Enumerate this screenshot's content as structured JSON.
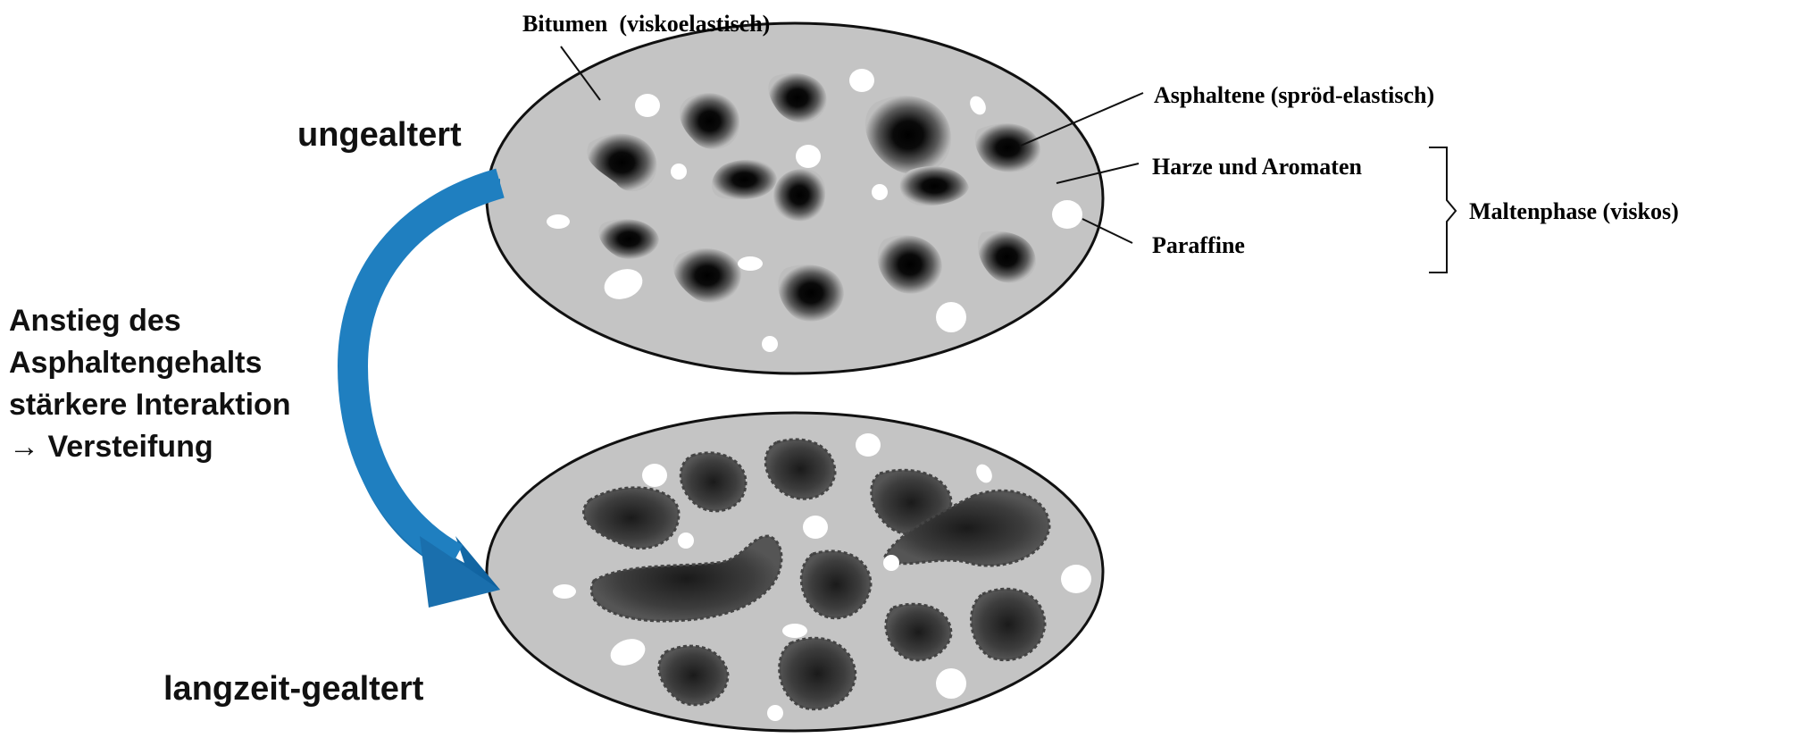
{
  "labels": {
    "bitumen": "Bitumen  (viskoelastisch)",
    "asphaltene": "Asphaltene (spröd-elastisch)",
    "harze": "Harze und Aromaten",
    "paraffine": "Paraffine",
    "maltenphase": "Maltenphase (viskos)",
    "ungealtert": "ungealtert",
    "langzeit": "langzeit-gealtert",
    "annotation": [
      "Anstieg des",
      "Asphaltengehalts",
      "stärkere Interaktion",
      "→ Versteifung"
    ]
  },
  "colors": {
    "matrix": "#c4c4c4",
    "outline": "#111111",
    "asphaltene": "#000000",
    "paraffin": "#ffffff",
    "arrow": "#1f7fc0"
  }
}
